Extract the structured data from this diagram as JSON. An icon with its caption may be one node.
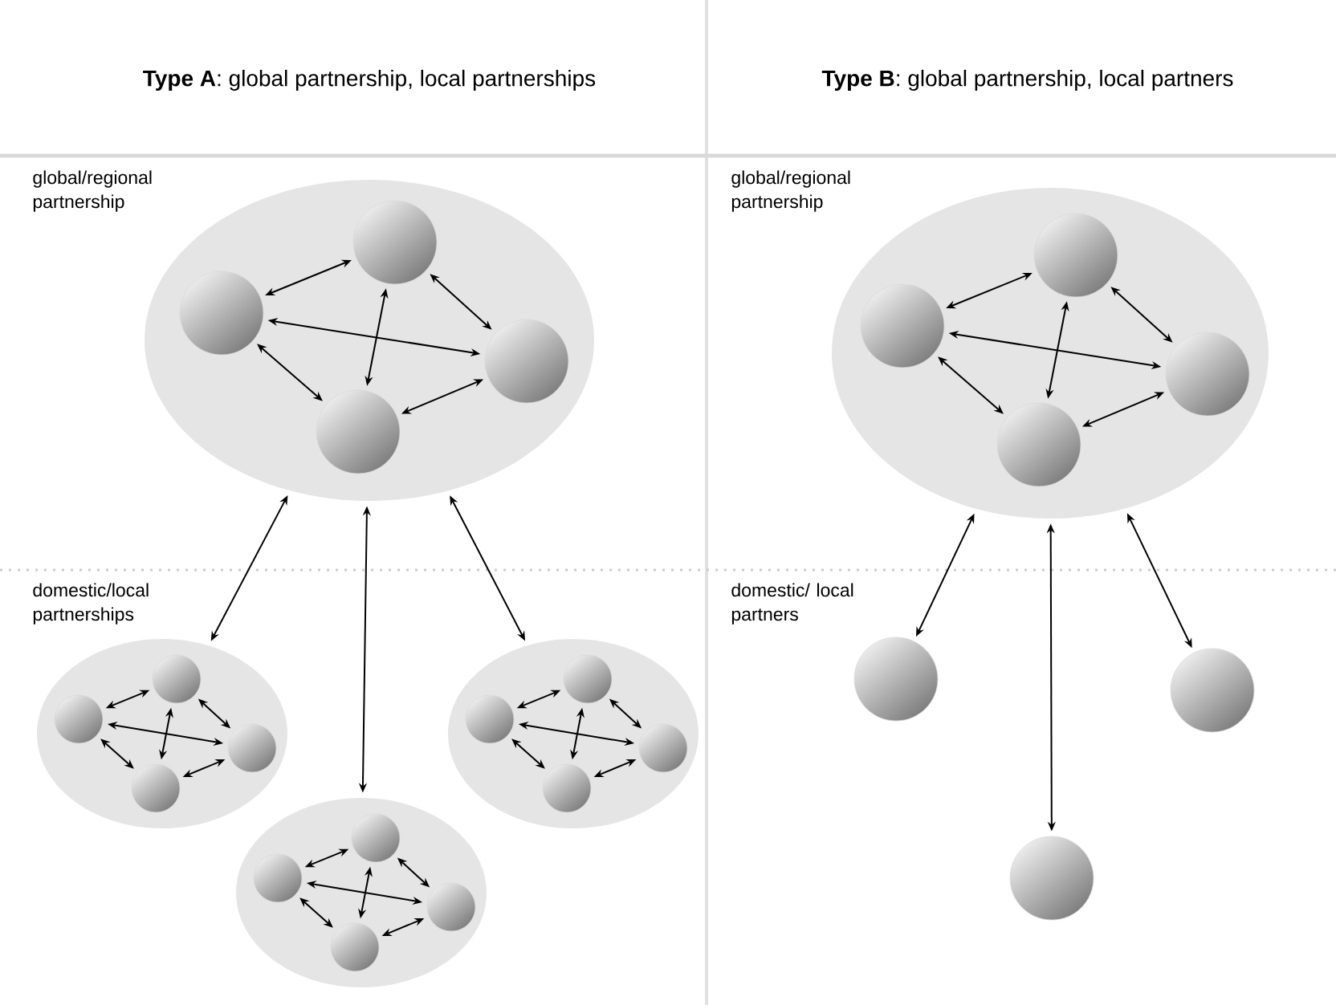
{
  "diagram": {
    "nodes": [
      {
        "text": [],
        "shape": "ellipse"
      },
      {
        "text": [],
        "shape": "circle",
        "in": 0
      },
      {
        "text": [],
        "shape": "circle",
        "in": 0
      },
      {
        "text": [],
        "shape": "circle",
        "in": 0
      },
      {
        "text": [],
        "shape": "circle",
        "in": 0
      },
      {
        "text": [],
        "shape": "ellipse"
      },
      {
        "text": [],
        "shape": "circle",
        "in": 5
      },
      {
        "text": [],
        "shape": "circle",
        "in": 5
      },
      {
        "text": [],
        "shape": "circle",
        "in": 5
      },
      {
        "text": [],
        "shape": "circle",
        "in": 5
      },
      {
        "text": [],
        "shape": "ellipse"
      },
      {
        "text": [],
        "shape": "circle",
        "in": 10
      },
      {
        "text": [],
        "shape": "circle",
        "in": 10
      },
      {
        "text": [],
        "shape": "circle",
        "in": 10
      },
      {
        "text": [],
        "shape": "circle",
        "in": 10
      },
      {
        "text": [],
        "shape": "ellipse"
      },
      {
        "text": [],
        "shape": "circle",
        "in": 15
      },
      {
        "text": [],
        "shape": "circle",
        "in": 15
      },
      {
        "text": [],
        "shape": "circle",
        "in": 15
      },
      {
        "text": [],
        "shape": "circle",
        "in": 15
      },
      {
        "text": [],
        "shape": "ellipse"
      },
      {
        "text": [],
        "shape": "circle",
        "in": 20
      },
      {
        "text": [],
        "shape": "circle",
        "in": 20
      },
      {
        "text": [],
        "shape": "circle",
        "in": 20
      },
      {
        "text": [],
        "shape": "circle",
        "in": 20
      },
      {
        "text": [],
        "shape": "circle"
      },
      {
        "text": [],
        "shape": "circle"
      },
      {
        "text": [],
        "shape": "circle"
      }
    ],
    "edges": [
      {
        "from": 2,
        "to": 1,
        "arrow": "both"
      },
      {
        "from": 1,
        "to": 3,
        "arrow": "both"
      },
      {
        "from": 2,
        "to": 3,
        "arrow": "both"
      },
      {
        "from": 1,
        "to": 4,
        "arrow": "both"
      },
      {
        "from": 2,
        "to": 4,
        "arrow": "both"
      },
      {
        "from": 4,
        "to": 3,
        "arrow": "both"
      },
      {
        "from": 0,
        "to": 5,
        "arrow": "both"
      },
      {
        "from": 0,
        "to": 15,
        "arrow": "both"
      },
      {
        "from": 0,
        "to": 10,
        "arrow": "both"
      },
      {
        "from": 7,
        "to": 6,
        "arrow": "both"
      },
      {
        "from": 6,
        "to": 8,
        "arrow": "both"
      },
      {
        "from": 7,
        "to": 8,
        "arrow": "both"
      },
      {
        "from": 6,
        "to": 9,
        "arrow": "both"
      },
      {
        "from": 7,
        "to": 9,
        "arrow": "both"
      },
      {
        "from": 9,
        "to": 8,
        "arrow": "both"
      },
      {
        "from": 12,
        "to": 11,
        "arrow": "both"
      },
      {
        "from": 11,
        "to": 13,
        "arrow": "both"
      },
      {
        "from": 12,
        "to": 13,
        "arrow": "both"
      },
      {
        "from": 11,
        "to": 14,
        "arrow": "both"
      },
      {
        "from": 12,
        "to": 14,
        "arrow": "both"
      },
      {
        "from": 14,
        "to": 13,
        "arrow": "both"
      },
      {
        "from": 17,
        "to": 16,
        "arrow": "both"
      },
      {
        "from": 16,
        "to": 18,
        "arrow": "both"
      },
      {
        "from": 17,
        "to": 18,
        "arrow": "both"
      },
      {
        "from": 16,
        "to": 19,
        "arrow": "both"
      },
      {
        "from": 17,
        "to": 19,
        "arrow": "both"
      },
      {
        "from": 19,
        "to": 18,
        "arrow": "both"
      },
      {
        "from": 22,
        "to": 21,
        "arrow": "both"
      },
      {
        "from": 21,
        "to": 23,
        "arrow": "both"
      },
      {
        "from": 22,
        "to": 23,
        "arrow": "both"
      },
      {
        "from": 21,
        "to": 24,
        "arrow": "both"
      },
      {
        "from": 22,
        "to": 24,
        "arrow": "both"
      },
      {
        "from": 24,
        "to": 23,
        "arrow": "both"
      },
      {
        "from": 20,
        "to": 25,
        "arrow": "both"
      },
      {
        "from": 20,
        "to": 27,
        "arrow": "both"
      },
      {
        "from": 20,
        "to": 26,
        "arrow": "both"
      }
    ],
    "labels": [
      "**Type A**: global partnership, local partnerships",
      "**Type B**: global partnership, local partners",
      "global/regional partnership",
      "global/regional partnership",
      "domestic/local partnerships",
      "domestic/ local partners"
    ]
  }
}
